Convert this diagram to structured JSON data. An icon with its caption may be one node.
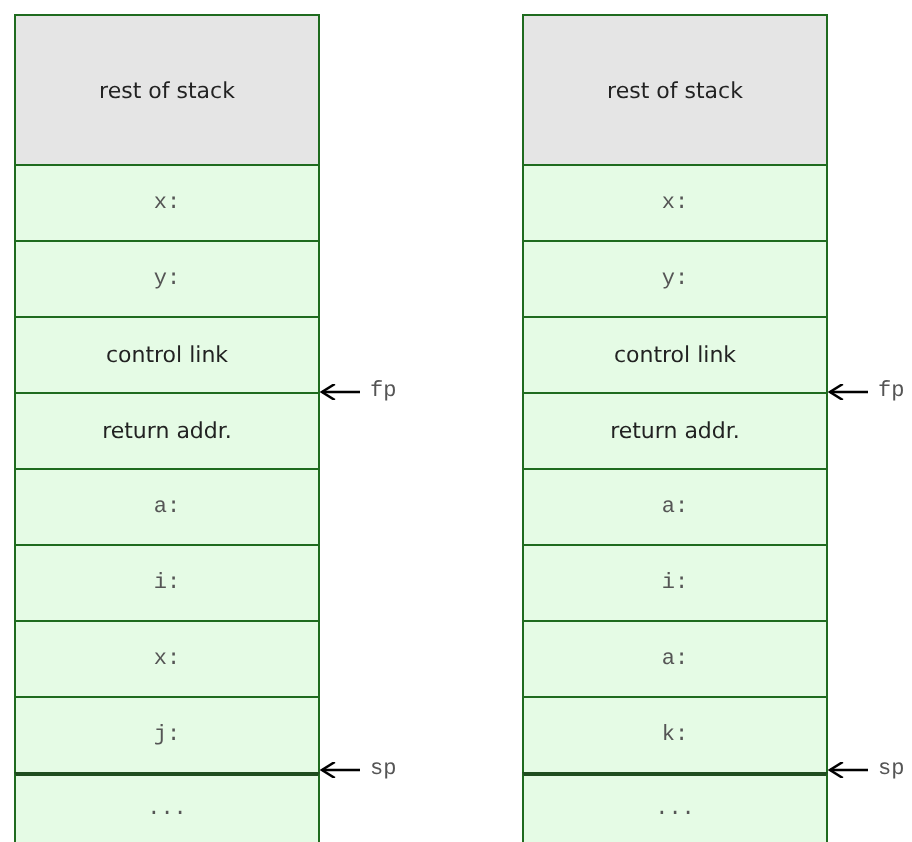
{
  "diagram": {
    "nodes": [
      {
        "text": [
          "rest of stack"
        ]
      },
      {
        "text": [
          "x:"
        ]
      },
      {
        "text": [
          "y:"
        ]
      },
      {
        "text": [
          "control link"
        ]
      },
      {
        "text": [
          "return addr."
        ]
      },
      {
        "text": [
          "a:"
        ]
      },
      {
        "text": [
          "i:"
        ]
      },
      {
        "text": [
          "x:"
        ]
      },
      {
        "text": [
          "j:"
        ]
      },
      {
        "text": [
          "..."
        ]
      },
      {
        "text": [
          "fp"
        ]
      },
      {
        "text": [
          "sp"
        ]
      },
      {
        "text": [
          "rest of stack"
        ]
      },
      {
        "text": [
          "x:"
        ]
      },
      {
        "text": [
          "y:"
        ]
      },
      {
        "text": [
          "control link"
        ]
      },
      {
        "text": [
          "return addr."
        ]
      },
      {
        "text": [
          "a:"
        ]
      },
      {
        "text": [
          "i:"
        ]
      },
      {
        "text": [
          "a:"
        ]
      },
      {
        "text": [
          "k:"
        ]
      },
      {
        "text": [
          "..."
        ]
      },
      {
        "text": [
          "fp"
        ]
      },
      {
        "text": [
          "sp"
        ]
      }
    ],
    "edges": [
      {
        "from": 10,
        "to": null,
        "arrow": "to"
      },
      {
        "from": 11,
        "to": null,
        "arrow": "to"
      },
      {
        "from": 22,
        "to": null,
        "arrow": "to"
      },
      {
        "from": 23,
        "to": null,
        "arrow": "to"
      }
    ]
  }
}
